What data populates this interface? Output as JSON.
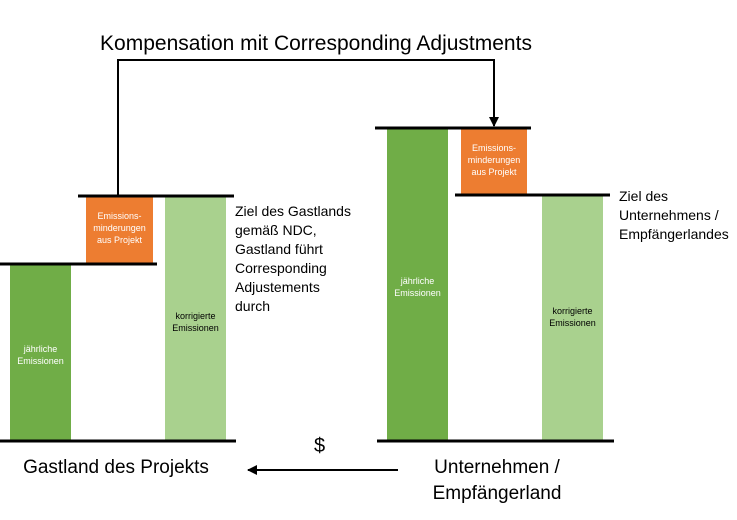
{
  "title": "Kompensation mit Corresponding Adjustments",
  "colors": {
    "dark_green": "#70ad47",
    "light_green": "#a9d18e",
    "orange": "#ed7d31",
    "line": "#000000"
  },
  "left_group": {
    "annual_emissions": "jährliche\nEmissionen",
    "reductions": "Emissions-\nminderungen\naus Projekt",
    "corrected_emissions": "korrigierte\nEmissionen",
    "goal_text": "Ziel des Gastlands\ngemäß NDC,\nGastland führt\nCorresponding\nAdjustements\ndurch",
    "label": "Gastland des Projekts"
  },
  "right_group": {
    "annual_emissions": "jährliche\nEmissionen",
    "reductions": "Emissions-\nminderungen\naus Projekt",
    "corrected_emissions": "korrigierte\nEmissionen",
    "goal_text": "Ziel des\nUnternehmens /\nEmpfängerlandes",
    "label": "Unternehmen /\nEmpfängerland"
  },
  "payment_symbol": "$",
  "icons": {
    "payment_arrow": "arrow-left-icon",
    "compensation_arrow": "arrow-down-icon"
  }
}
